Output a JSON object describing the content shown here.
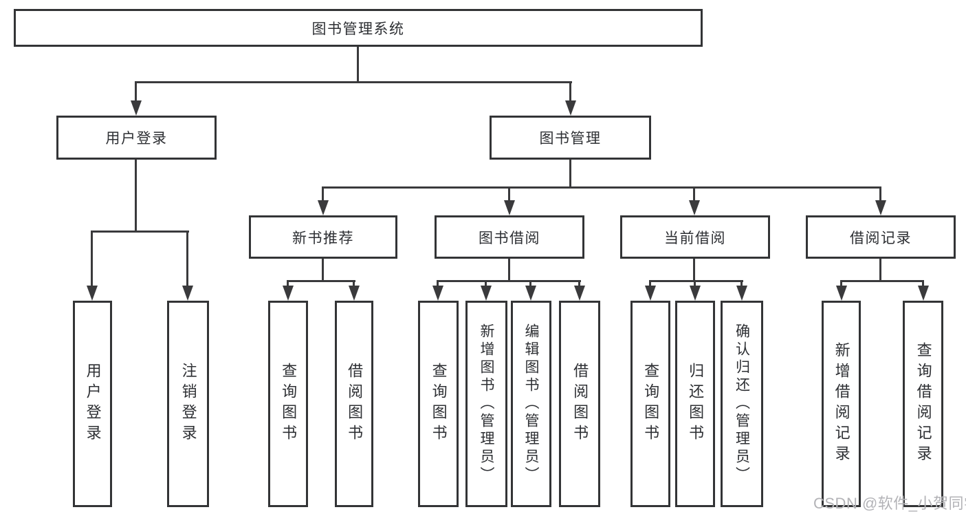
{
  "diagram": {
    "type": "hierarchy-tree",
    "root": {
      "label": "图书管理系统"
    },
    "branches": [
      {
        "label": "用户登录",
        "children": [
          {
            "label": "用户登录"
          },
          {
            "label": "注销登录"
          }
        ]
      },
      {
        "label": "图书管理",
        "children": [
          {
            "label": "新书推荐",
            "children": [
              {
                "label": "查询图书"
              },
              {
                "label": "借阅图书"
              }
            ]
          },
          {
            "label": "图书借阅",
            "children": [
              {
                "label": "查询图书"
              },
              {
                "label": "新增图书（管理员）"
              },
              {
                "label": "编辑图书（管理员）"
              },
              {
                "label": "借阅图书"
              }
            ]
          },
          {
            "label": "当前借阅",
            "children": [
              {
                "label": "查询图书"
              },
              {
                "label": "归还图书"
              },
              {
                "label": "确认归还（管理员）"
              }
            ]
          },
          {
            "label": "借阅记录",
            "children": [
              {
                "label": "新增借阅记录"
              },
              {
                "label": "查询借阅记录"
              }
            ]
          }
        ]
      }
    ]
  },
  "colors": {
    "box_border": "#333436",
    "line": "#3a3a3c",
    "text": "#2d2f33",
    "watermark": "#b3b3b7",
    "background": "#ffffff"
  },
  "watermark": {
    "text": "CSDN @软件_小贺同学"
  }
}
